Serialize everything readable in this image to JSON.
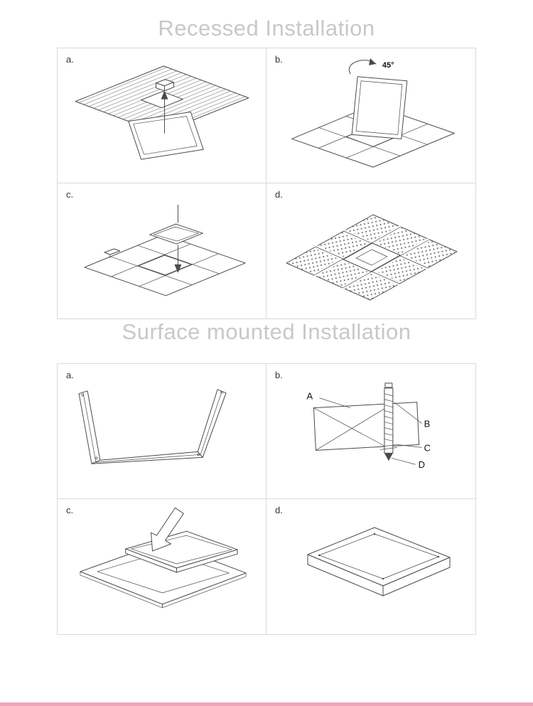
{
  "theme": {
    "background": "#ffffff",
    "title-color": "#c8c8c8",
    "border-color": "#d9d9d9",
    "line-color": "#4a4a4a",
    "accent-strip": "#f2a5ba"
  },
  "sections": [
    {
      "title": "Recessed Installation",
      "steps": [
        {
          "label": "a."
        },
        {
          "label": "b.",
          "annotation": "45°"
        },
        {
          "label": "c."
        },
        {
          "label": "d."
        }
      ]
    },
    {
      "title": "Surface mounted Installation",
      "steps": [
        {
          "label": "a."
        },
        {
          "label": "b.",
          "callouts": [
            "A",
            "B",
            "C",
            "D"
          ]
        },
        {
          "label": "c."
        },
        {
          "label": "d."
        }
      ]
    }
  ]
}
